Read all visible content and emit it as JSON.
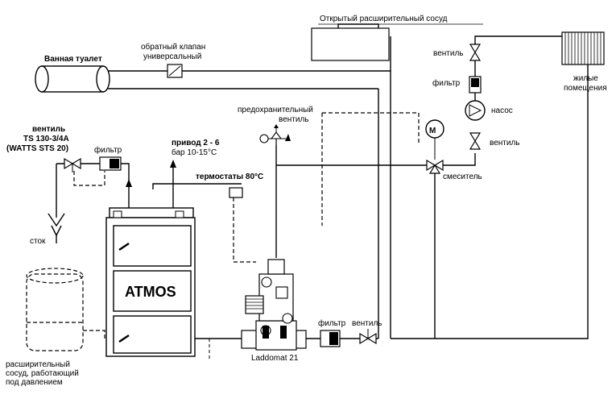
{
  "labels": {
    "open_tank": "Открытый расширительный сосуд",
    "bath": "Ванная туалет",
    "check_valve_1": "обратный клапан",
    "check_valve_2": "универсальный",
    "valve_top": "вентиль",
    "filter_top": "фильтр",
    "rooms_1": "жилые",
    "rooms_2": "помещения",
    "pump": "насос",
    "valve_mid": "вентиль",
    "safety_1": "предохранительный",
    "safety_2": "вентиль",
    "mixer": "смеситель",
    "valve_left_1": "вентиль",
    "valve_left_2": "TS 130-3/4A",
    "valve_left_3": "(WATTS STS 20)",
    "filter_left": "фильтр",
    "drive_1": "привод 2 - 6",
    "drive_2": "бар 10-15°C",
    "thermostats": "термостаты 80°C",
    "drain": "сток",
    "boiler": "ATMOS",
    "laddomat": "Laddomat 21",
    "filter_bottom": "фильтр",
    "valve_bottom": "вентиль",
    "pressure_tank_1": "расширительный",
    "pressure_tank_2": "сосуд, работающий",
    "pressure_tank_3": "под давлением",
    "motor": "M"
  }
}
